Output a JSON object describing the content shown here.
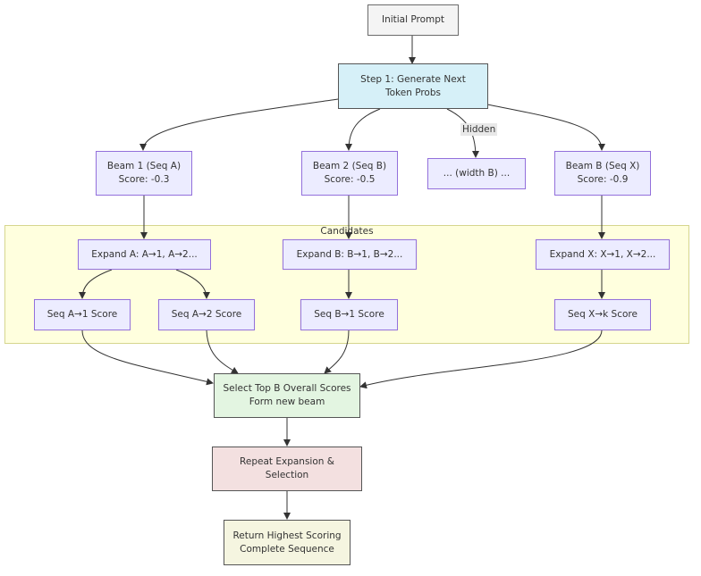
{
  "nodes": {
    "initial_prompt": [
      "Initial Prompt"
    ],
    "step1": [
      "Step 1: Generate Next",
      "Token Probs"
    ],
    "beam1": [
      "Beam 1 (Seq A)",
      "Score: -0.3"
    ],
    "beam2": [
      "Beam 2 (Seq B)",
      "Score: -0.5"
    ],
    "width": [
      "... (width B) ..."
    ],
    "beamB": [
      "Beam B (Seq X)",
      "Score: -0.9"
    ],
    "expandA": [
      "Expand A: A→1, A→2..."
    ],
    "expandB": [
      "Expand B: B→1, B→2..."
    ],
    "expandX": [
      "Expand X: X→1, X→2..."
    ],
    "seqA1": [
      "Seq A→1 Score"
    ],
    "seqA2": [
      "Seq A→2 Score"
    ],
    "seqB1": [
      "Seq B→1 Score"
    ],
    "seqXk": [
      "Seq X→k Score"
    ],
    "select": [
      "Select Top B Overall Scores",
      "Form new beam"
    ],
    "repeat": [
      "Repeat Expansion &",
      "Selection"
    ],
    "return": [
      "Return Highest Scoring",
      "Complete Sequence"
    ]
  },
  "cluster_label": "Candidates",
  "edge_labels": {
    "hidden": "Hidden"
  }
}
